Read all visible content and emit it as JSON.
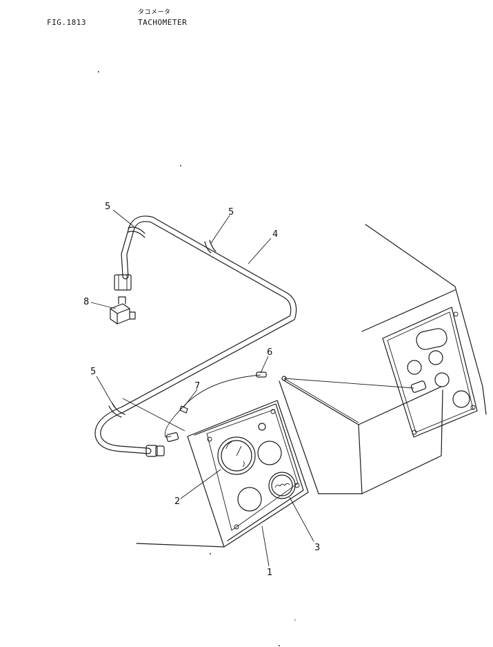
{
  "header": {
    "fig_number": "FIG.1813",
    "title_jp": "タコメータ",
    "title_en": "TACHOMETER"
  },
  "callouts": {
    "c1": "1",
    "c2": "2",
    "c3": "3",
    "c4": "4",
    "c5a": "5",
    "c5b": "5",
    "c5c": "5",
    "c6": "6",
    "c7": "7",
    "c8": "8"
  }
}
